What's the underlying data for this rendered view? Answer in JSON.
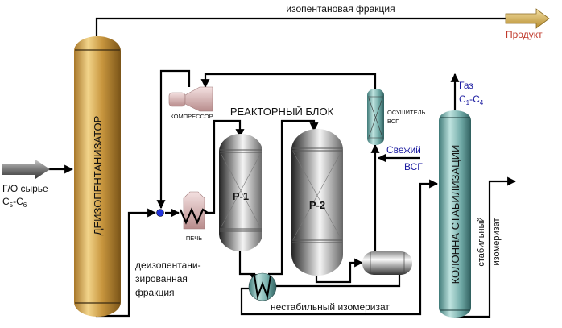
{
  "labels": {
    "top_stream": "изопентановая фракция",
    "product": "Продукт",
    "feed_line1": "Г/О сырье",
    "feed_c5": "C",
    "feed_sub5": "5",
    "feed_dash": "-C",
    "feed_sub6": "6",
    "deisopentanizer": "ДЕИЗОПЕНТАНИЗАТОР",
    "compressor": "КОМПРЕССОР",
    "reactor_block": "РЕАКТОРНЫЙ БЛОК",
    "dryer_line1": "ОСУШИТЕЛЬ",
    "dryer_line2": "ВСГ",
    "fresh_line1": "Свежий",
    "fresh_line2": "ВСГ",
    "gas_line1": "Газ",
    "gas_c": "C",
    "gas_sub1": "1",
    "gas_dash": "-C",
    "gas_sub4": "4",
    "stabilization_column": "КОЛОННА СТАБИЛИЗАЦИИ",
    "furnace": "ПЕЧЬ",
    "reactor1": "Р-1",
    "reactor2": "Р-2",
    "deiso_fraction_1": "деизопентани-",
    "deiso_fraction_2": "зированная",
    "deiso_fraction_3": "фракция",
    "unstable_isomerizate": "нестабильный изомеризат",
    "stable_1": "стабильный",
    "stable_2": "изомеризат"
  },
  "colors": {
    "deisopentanizer": "#b8862c",
    "stabilizer": "#5e9a98",
    "product_text": "#c0392b",
    "blue_text": "#1a1aa0",
    "mixer_dot": "#2233dd"
  }
}
